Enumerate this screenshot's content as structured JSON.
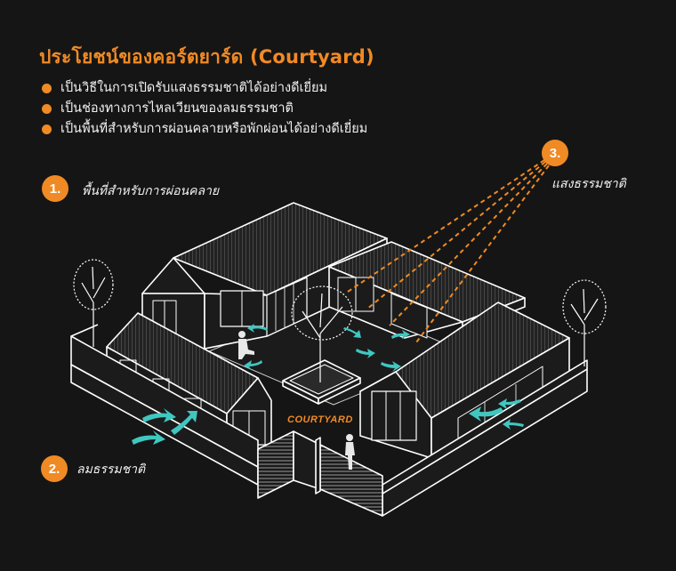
{
  "title": "ประโยชน์ของคอร์ตยาร์ด (Courtyard)",
  "bullets": [
    "เป็นวิธีในการเปิดรับแสงธรรมชาติได้อย่างดีเยี่ยม",
    "เป็นช่องทางการไหลเวียนของลมธรรมชาติ",
    "เป็นพื้นที่สำหรับการผ่อนคลายหรือพักผ่อนได้อย่างดีเยี่ยม"
  ],
  "callouts": [
    {
      "number": "1.",
      "text": "พื้นที่สำหรับการผ่อนคลาย"
    },
    {
      "number": "2.",
      "text": "ลมธรรมชาติ"
    },
    {
      "number": "3.",
      "text": "แสงธรรมชาติ"
    }
  ],
  "courtyard_label": "COURTYARD",
  "colors": {
    "background": "#151515",
    "accent": "#f08a24",
    "wind": "#3fc7c0",
    "line": "#ffffff"
  }
}
